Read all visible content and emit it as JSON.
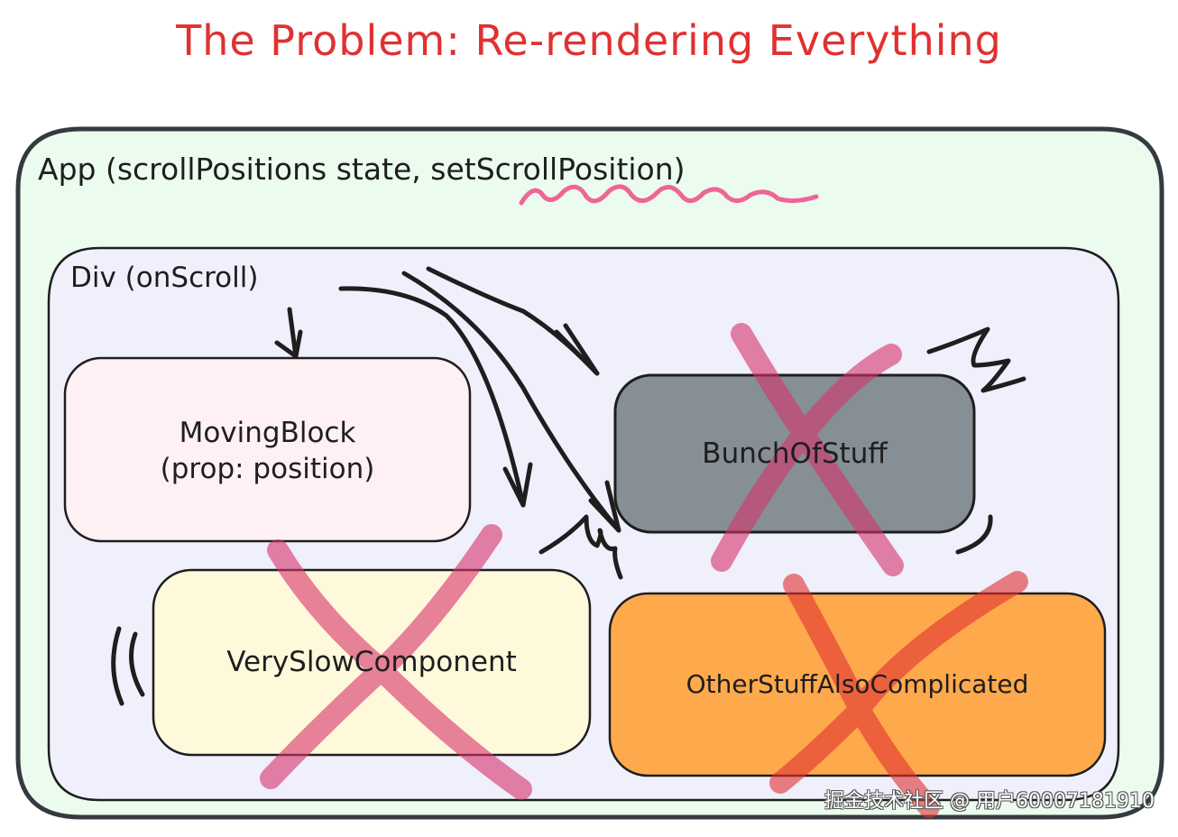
{
  "title": "The Problem: Re-rendering Everything",
  "colors": {
    "title": "#e03131",
    "app_fill": "#ebfbee",
    "div_fill": "#f0effc",
    "moving_block_fill": "#fff0f3",
    "very_slow_fill": "#fff9db",
    "bunch_fill": "#868e96",
    "other_stuff_fill": "#ffa94d",
    "cross": "#d6336c",
    "stroke": "#1e1e1e"
  },
  "app": {
    "label": "App (scrollPositions state, setScrollPosition)",
    "highlighted_term": "setScrollPosition"
  },
  "div": {
    "label": "Div (onScroll)"
  },
  "components": [
    {
      "id": "moving-block",
      "line1": "MovingBlock",
      "line2": "(prop: position)",
      "crossed": false
    },
    {
      "id": "bunch-of-stuff",
      "line1": "BunchOfStuff",
      "line2": "",
      "crossed": true
    },
    {
      "id": "very-slow-component",
      "line1": "VerySlowComponent",
      "line2": "",
      "crossed": true
    },
    {
      "id": "other-stuff-also-complicated",
      "line1": "OtherStuffAlsoComplicated",
      "line2": "",
      "crossed": true
    }
  ],
  "watermark": "掘金技术社区 @ 用户60007181910"
}
